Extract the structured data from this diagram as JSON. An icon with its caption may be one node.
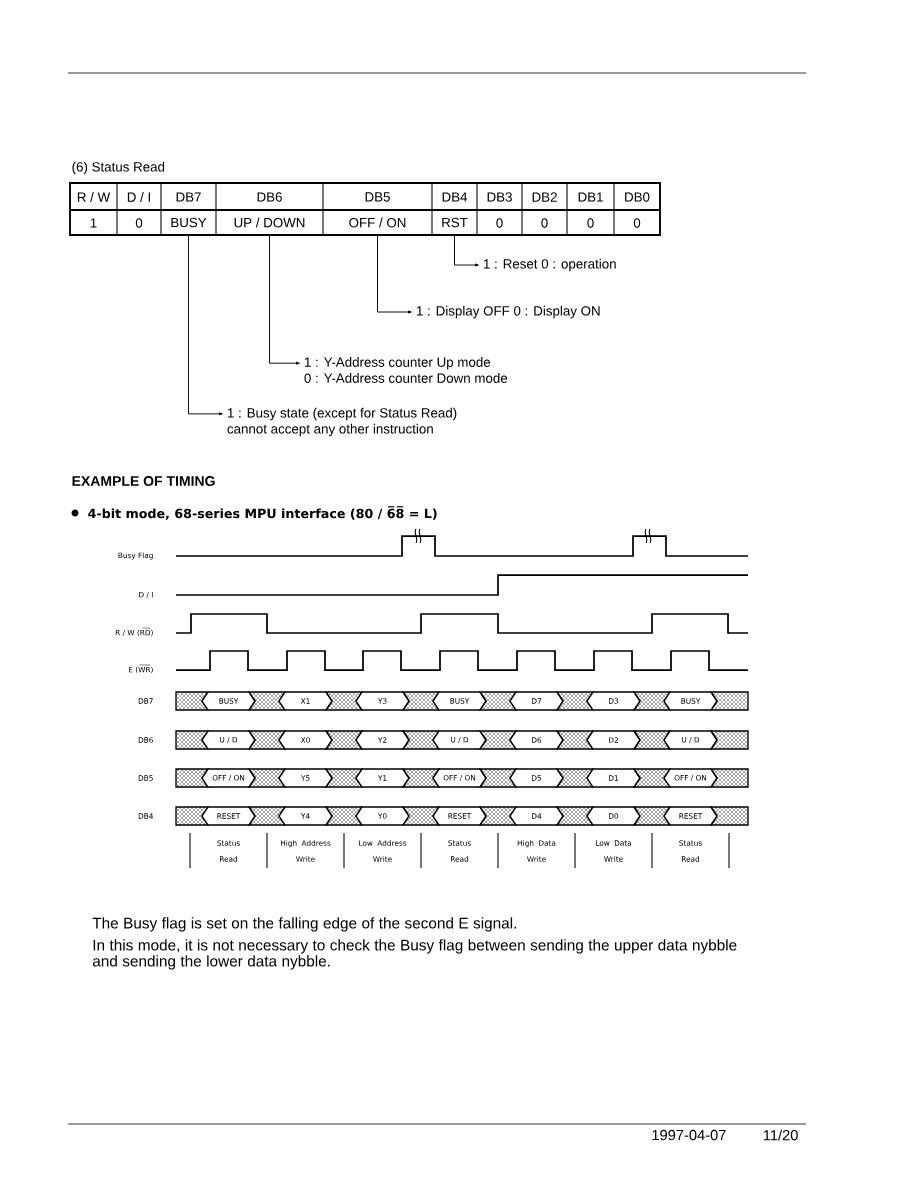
{
  "diagram": {
    "nodes": [
      {
        "text": [
          "BUSY"
        ]
      },
      {
        "text": [
          "UP / DOWN"
        ]
      },
      {
        "text": [
          "OFF / ON"
        ]
      },
      {
        "text": [
          "RST"
        ]
      },
      {
        "text": [
          "1 : Reset 0 : operation"
        ]
      },
      {
        "text": [
          "1 : Display OFF 0 : Display ON"
        ]
      },
      {
        "text": [
          "1 : Y-Address counter Up mode",
          "0 : Y-Address counter Down mode"
        ]
      },
      {
        "text": [
          "1 : Busy state (except for Status Read)",
          "cannot accept any other instruction"
        ]
      }
    ],
    "edges": [
      {
        "from": 3,
        "to": 4,
        "arrow": "to"
      },
      {
        "from": 2,
        "to": 5,
        "arrow": "to"
      },
      {
        "from": 1,
        "to": 6,
        "arrow": "to"
      },
      {
        "from": 0,
        "to": 7,
        "arrow": "to"
      }
    ],
    "labels": [
      "(6) Status Read",
      "R / W",
      "D / I",
      "DB7",
      "DB6",
      "DB5",
      "DB4",
      "DB3",
      "DB2",
      "DB1",
      "DB0",
      "1",
      "0",
      "0",
      "0",
      "0",
      "0",
      "EXAMPLE OF TIMING",
      "4-bit mode, 68-series MPU interface (80 / 6̅8̅ = L)",
      "Busy Flag",
      "D / I",
      "R / W (RD)",
      "E (WR)",
      "DB7",
      "BUSY",
      "X1",
      "Y3",
      "BUSY",
      "D7",
      "D3",
      "BUSY",
      "DB6",
      "U / D",
      "X0",
      "Y2",
      "U / D",
      "D6",
      "D2",
      "U / D",
      "DB5",
      "OFF / ON",
      "Y5",
      "Y1",
      "OFF / ON",
      "D5",
      "D1",
      "OFF / ON",
      "DB4",
      "RESET",
      "Y4",
      "Y0",
      "RESET",
      "D4",
      "D0",
      "RESET",
      "Status Read",
      "High Address Write",
      "Low Address Write",
      "Status Read",
      "High Data Write",
      "Low Data Write",
      "Status Read",
      "The Busy flag is set on the falling edge of the second E signal.",
      "In this mode, it is not necessary to check the Busy flag between sending the upper data nybble and sending the lower data nybble.",
      "1997-04-07",
      "11/20"
    ]
  }
}
